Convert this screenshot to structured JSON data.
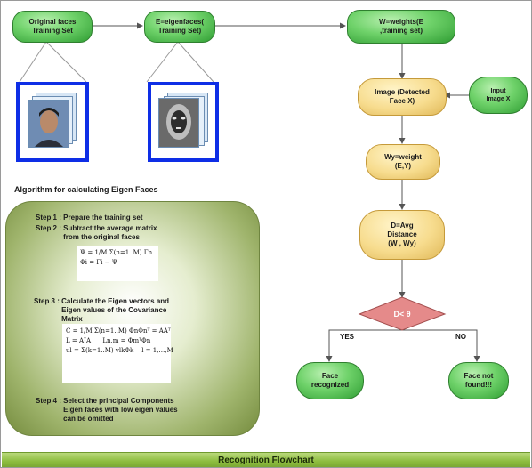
{
  "nodes": {
    "original_faces": "Original faces\nTraining Set",
    "eigenfaces": "E=eigenfaces(\nTraining Set)",
    "weights": "W=weights(E\n,training set)",
    "image_detected": "Image (Detected\nFace X)",
    "input_image": "Input\nImage X",
    "wy": "Wy=weight\n(E,Y)",
    "distance": "D=Avg\nDistance\n(W , Wy)",
    "decision": "D< θ",
    "face_recognized": "Face\nrecognized",
    "face_not_found": "Face not\nfound!!!"
  },
  "edge_labels": {
    "yes": "YES",
    "no": "NO"
  },
  "algorithm": {
    "title": "Algorithm for calculating Eigen Faces",
    "step1": "Step 1 : Prepare the training set",
    "step2": "Step 2 : Subtract the average matrix\n              from the original faces",
    "formula1": "Ψ = 1/M Σ(n=1..M) Γn\nΦi = Γi − Ψ",
    "step3": "Step 3 : Calculate the Eigen vectors and\n              Eigen values of the Covariance\n              Matrix",
    "formula2": "C = 1/M Σ(n=1..M) ΦnΦnᵀ = AAᵀ\nL = AᵀA      Ln,m = ΦmᵀΦn\nul = Σ(k=1..M) vlkΦk    l = 1,…,M",
    "step4": "Step 4 : Select the principal Components\n              Eigen faces with low eigen values\n              can be omitted"
  },
  "banner": "Recognition Flowchart",
  "colors": {
    "green_node": "#6fd26a",
    "yellow_node": "#f7dc8e",
    "decision": "#e58a8a",
    "photo_border": "#0e2ee6",
    "banner": "#8dbd3f"
  }
}
